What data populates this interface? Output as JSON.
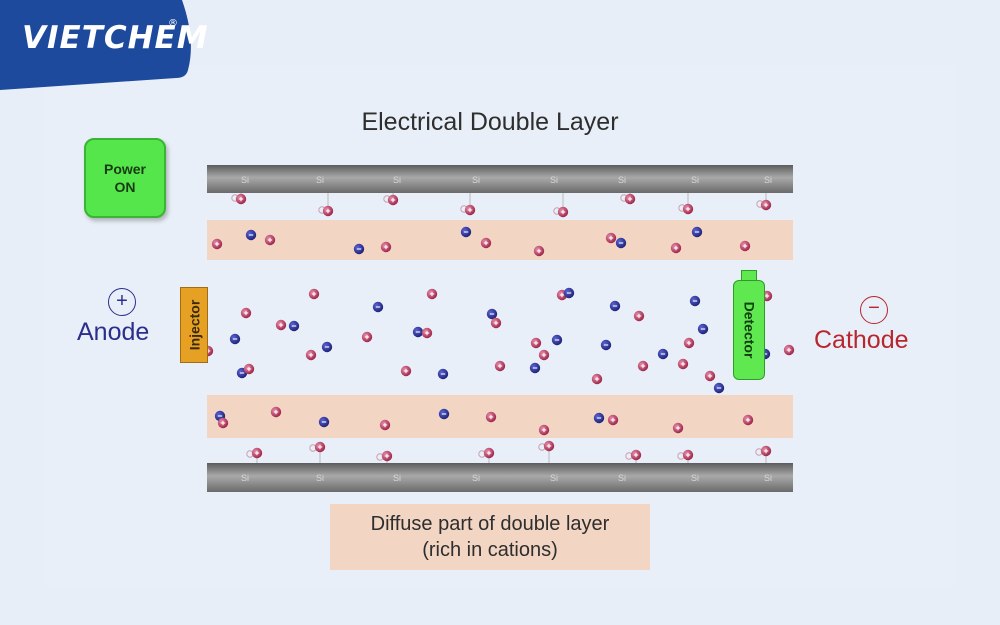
{
  "brand": {
    "logo_text": "VIETCHEM",
    "registered_mark": "®"
  },
  "diagram": {
    "title": "Electrical Double Layer",
    "power_button": {
      "line1": "Power",
      "line2": "ON"
    },
    "anode": {
      "sign": "+",
      "label": "Anode"
    },
    "cathode": {
      "sign": "−",
      "label": "Cathode"
    },
    "injector_label": "Injector",
    "detector_label": "Detector",
    "wall_atom_label": "Si",
    "diffuse_caption": {
      "line1": "Diffuse part of double layer",
      "line2": "(rich in cations)"
    }
  },
  "colors": {
    "background": "#e7eef8",
    "brand_blue": "#1d4a9c",
    "capillary_wall": "#8a8a8a",
    "diffuse_layer": "#f2d5c3",
    "cation": "#b4335a",
    "anion": "#2a2f9a",
    "power_on": "#54e64a",
    "injector": "#e6a124",
    "detector": "#5fe84f",
    "anode": "#2a2e8c",
    "cathode": "#b8262e"
  }
}
